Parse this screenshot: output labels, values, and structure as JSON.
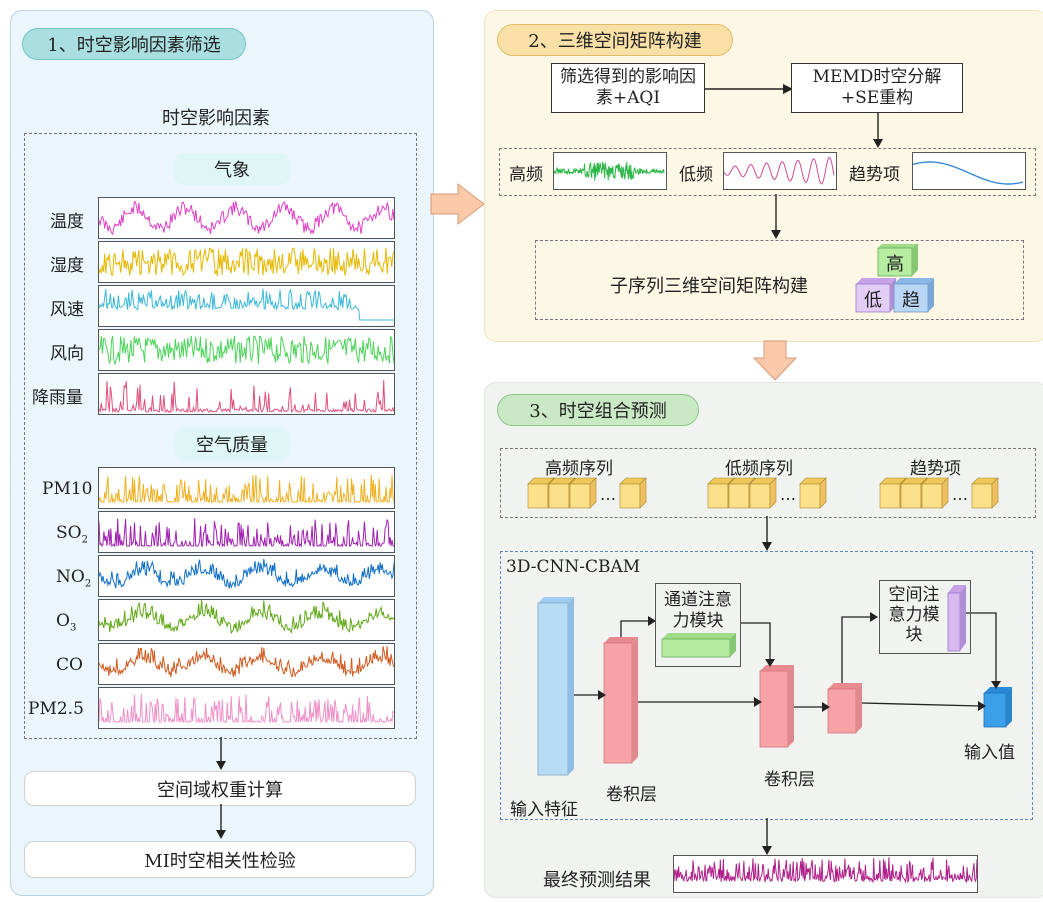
{
  "panel1": {
    "title": "1、时空影响因素筛选",
    "factors_title": "时空影响因素",
    "weather_header": "气象",
    "weather": [
      {
        "label": "温度",
        "color": "#e040c8"
      },
      {
        "label": "湿度",
        "color": "#e6b800"
      },
      {
        "label": "风速",
        "color": "#3bb8d8"
      },
      {
        "label": "风向",
        "color": "#4cd45a"
      },
      {
        "label": "降雨量",
        "color": "#e0507a"
      }
    ],
    "air_header": "空气质量",
    "air": [
      {
        "label": "PM10",
        "sub": "",
        "color": "#f0b020"
      },
      {
        "label": "SO",
        "sub": "2",
        "color": "#a020b0"
      },
      {
        "label": "NO",
        "sub": "2",
        "color": "#1070c8"
      },
      {
        "label": "O",
        "sub": "3",
        "color": "#60a818"
      },
      {
        "label": "CO",
        "sub": "",
        "color": "#d05a20"
      },
      {
        "label": "PM2.5",
        "sub": "",
        "color": "#f090c8"
      }
    ],
    "step_weight": "空间域权重计算",
    "step_mi": "MI时空相关性检验"
  },
  "panel2": {
    "title": "2、三维空间矩阵构建",
    "box_filtered": "筛选得到的影响因素+AQI",
    "box_memd": "MEMD时空分解+SE重构",
    "high_label": "高频",
    "low_label": "低频",
    "trend_label": "趋势项",
    "matrix_label": "子序列三维空间矩阵构建",
    "cube_high": "高",
    "cube_low": "低",
    "cube_trend": "趋"
  },
  "panel3": {
    "title": "3、时空组合预测",
    "seq_high": "高频序列",
    "seq_low": "低频序列",
    "seq_trend": "趋势项",
    "model_title": "3D-CNN-CBAM",
    "channel_attention": "通道注意力模块",
    "spatial_attention": "空间注意力模块",
    "input_feature": "输入特征",
    "conv_layer_1": "卷积层",
    "conv_layer_2": "卷积层",
    "output_value": "输入值",
    "final_result": "最终预测结果"
  },
  "colors": {
    "panel1_bg": "#eaf6fb",
    "panel2_bg": "#fdf7e6",
    "panel3_bg": "#f0f3f0",
    "pill1": "#a9dfe0",
    "pill2": "#f9e0a6",
    "pill3": "#c9e8c4",
    "arrow_fill": "#f9c9aa",
    "cube_yellow": "#fde08a",
    "red_block": "#f7a3a6",
    "blue_block": "#b9dcf5",
    "green_block": "#b6eca0",
    "purple_block": "#d8b9f0",
    "out_blue": "#3ba0e8"
  }
}
